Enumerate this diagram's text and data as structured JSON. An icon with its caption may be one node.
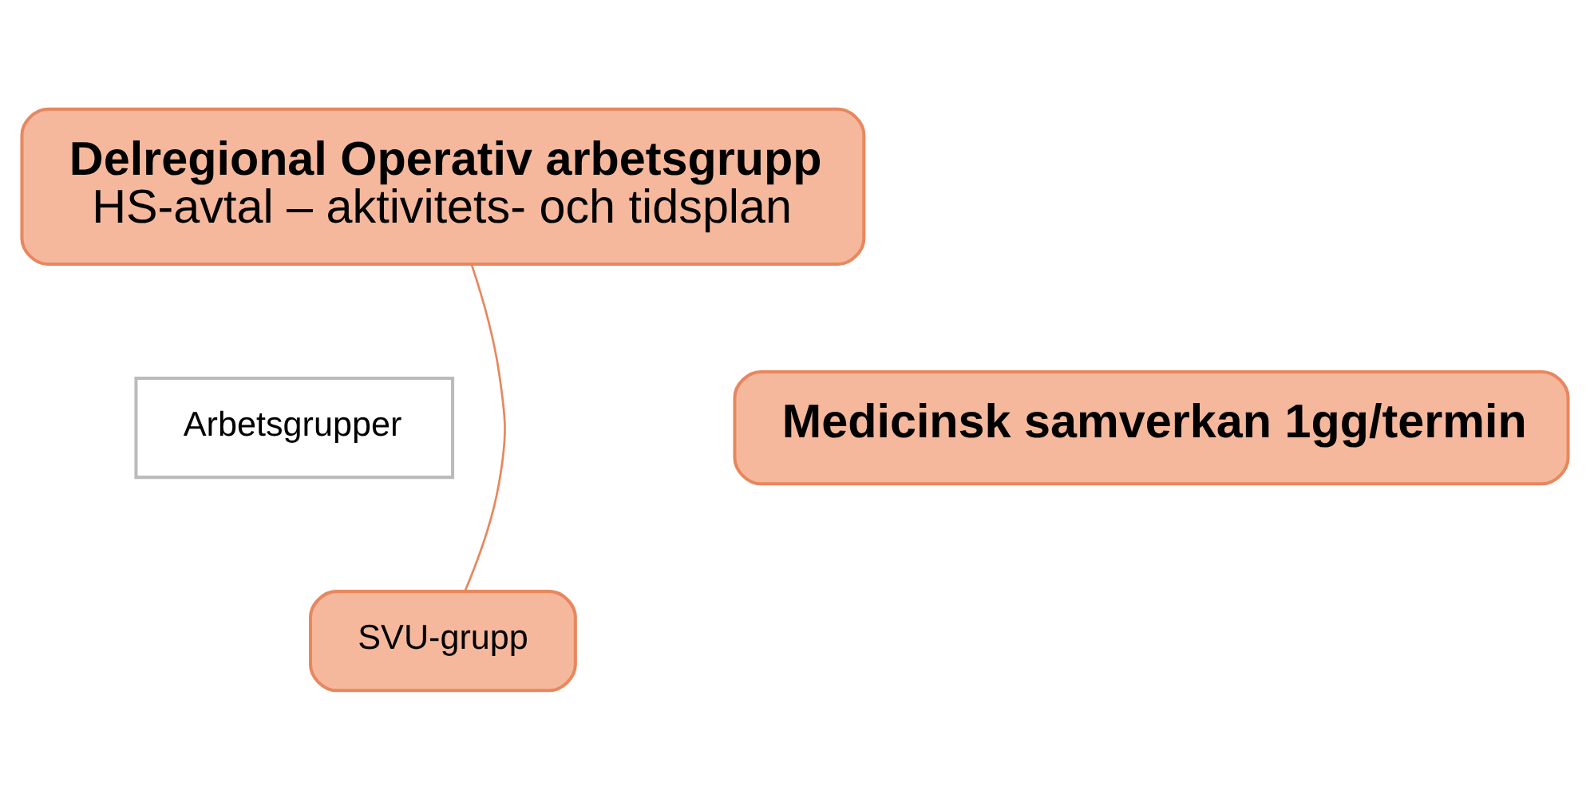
{
  "diagram": {
    "nodes": [
      {
        "text": [
          "Delregional Operativ arbetsgrupp",
          "HS-avtal – aktivitets- och tidsplan"
        ]
      },
      {
        "text": [
          "Arbetsgrupper"
        ]
      },
      {
        "text": [
          "SVU-grupp"
        ]
      },
      {
        "text": [
          "Medicinsk samverkan 1gg/termin"
        ]
      }
    ],
    "edges": [
      {
        "from": 0,
        "to": 2,
        "arrow": "none"
      }
    ]
  }
}
